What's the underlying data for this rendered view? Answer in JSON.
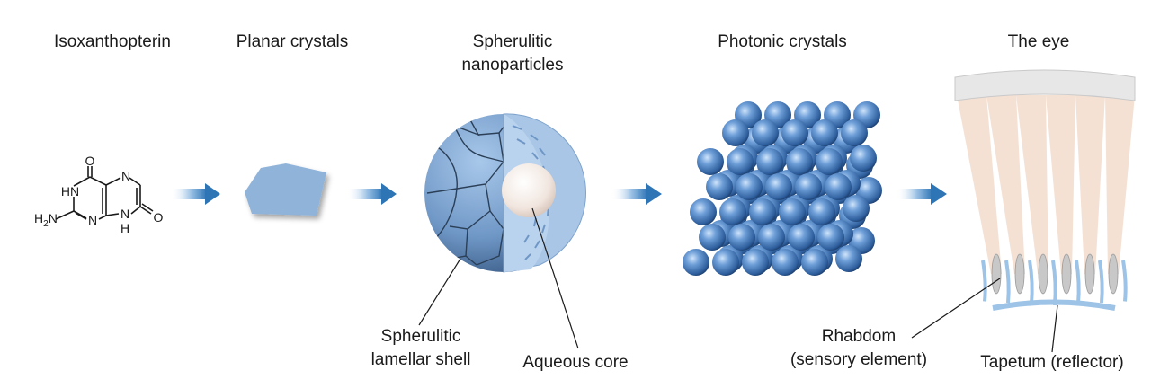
{
  "stages": [
    {
      "id": "isoxanthopterin",
      "title": "Isoxanthopterin"
    },
    {
      "id": "planar",
      "title": "Planar crystals"
    },
    {
      "id": "spherulitic",
      "title_line1": "Spherulitic",
      "title_line2": "nanoparticles"
    },
    {
      "id": "photonic",
      "title": "Photonic crystals"
    },
    {
      "id": "eye",
      "title": "The eye"
    }
  ],
  "molecule_atoms": {
    "o_top": "O",
    "hn": "HN",
    "n_top_right": "N",
    "h2n": "H",
    "h2n_sub": "2",
    "h2n_n": "N",
    "n_mid": "N",
    "n_bottom": "N",
    "h_bottom": "H",
    "o_right": "O"
  },
  "annotations": {
    "shell_line1": "Spherulitic",
    "shell_line2": "lamellar shell",
    "core": "Aqueous core",
    "rhabdom_line1": "Rhabdom",
    "rhabdom_line2": "(sensory element)",
    "tapetum": "Tapetum (reflector)"
  },
  "colors": {
    "arrow": "#2e75b6",
    "crystal": "#8fb3d9",
    "sphere_blue": "#5b8fcf",
    "core": "#f3e9e3",
    "cone": "#f2dccd",
    "tapetum": "#9dc3e6"
  }
}
